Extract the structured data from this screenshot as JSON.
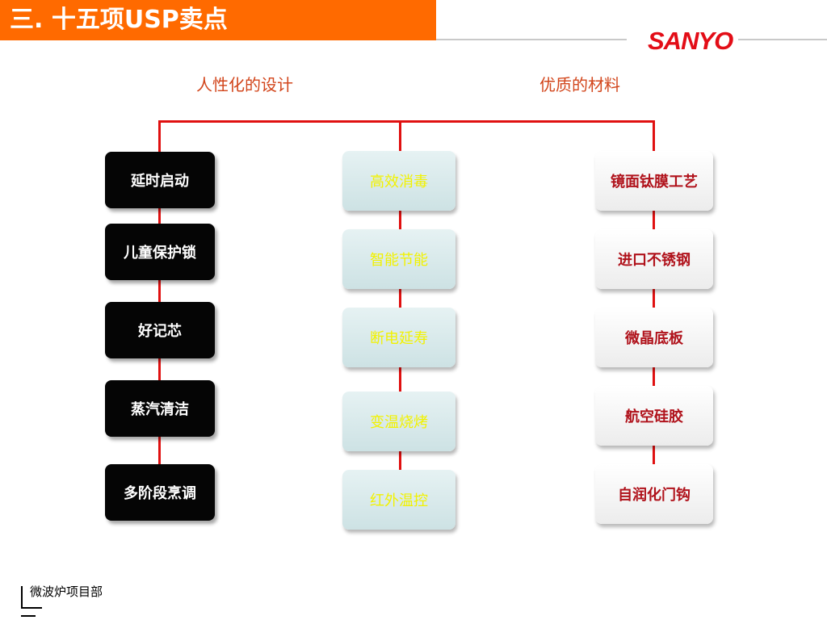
{
  "header": {
    "title": "三. 十五项USP卖点",
    "logo": "SANYO"
  },
  "categories": {
    "left": "人性化的设计",
    "right": "优质的材料"
  },
  "columns": {
    "left": [
      "延时启动",
      "儿童保护锁",
      "好记芯",
      "蒸汽清洁",
      "多阶段烹调"
    ],
    "middle": [
      "高效消毒",
      "智能节能",
      "断电延寿",
      "变温烧烤",
      "红外温控"
    ],
    "right": [
      "镜面钛膜工艺",
      "进口不锈钢",
      "微晶底板",
      "航空硅胶",
      "自润化门钩"
    ]
  },
  "footer": {
    "department": "微波炉项目部"
  },
  "colors": {
    "title_bar": "#ff6a00",
    "connector": "#e01010",
    "category_text": "#d2451b",
    "dark_box": "#050505",
    "teal_box": "#d5e8ea",
    "teal_text": "#f2f200",
    "white_box_text": "#b0121b",
    "logo": "#e30d17"
  }
}
